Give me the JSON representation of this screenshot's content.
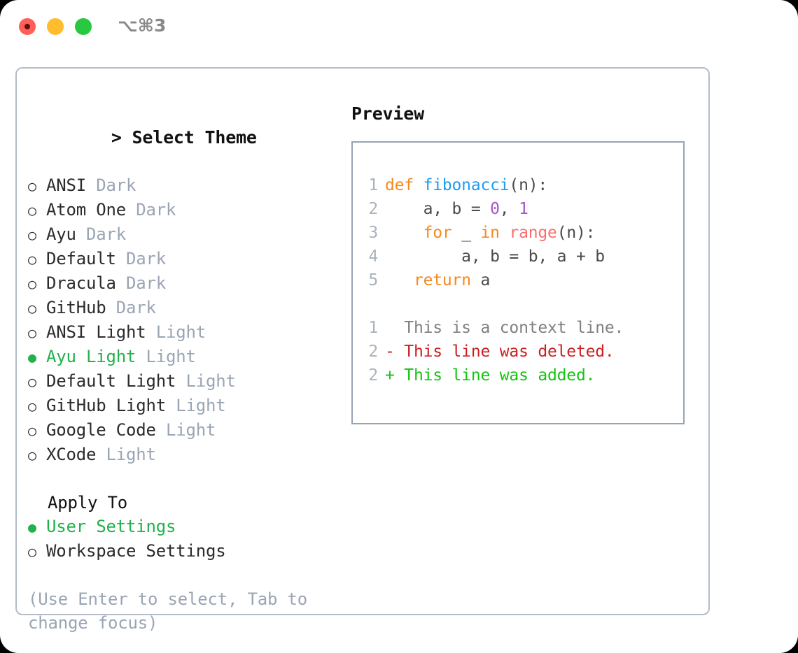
{
  "titlebar": {
    "lights": [
      {
        "name": "close",
        "color": "#ff5f57"
      },
      {
        "name": "minimize",
        "color": "#febc2e"
      },
      {
        "name": "maximize",
        "color": "#28c840"
      }
    ],
    "shortcut": "⌥⌘3"
  },
  "theme_selector": {
    "header": "> Select Theme",
    "caret": ">",
    "header_label": "Select Theme",
    "options": [
      {
        "marker": "○",
        "name": "ANSI",
        "tag": "Dark",
        "selected": false
      },
      {
        "marker": "○",
        "name": "Atom One",
        "tag": "Dark",
        "selected": false
      },
      {
        "marker": "○",
        "name": "Ayu",
        "tag": "Dark",
        "selected": false
      },
      {
        "marker": "○",
        "name": "Default",
        "tag": "Dark",
        "selected": false
      },
      {
        "marker": "○",
        "name": "Dracula",
        "tag": "Dark",
        "selected": false
      },
      {
        "marker": "○",
        "name": "GitHub",
        "tag": "Dark",
        "selected": false
      },
      {
        "marker": "○",
        "name": "ANSI Light",
        "tag": "Light",
        "selected": false
      },
      {
        "marker": "●",
        "name": "Ayu Light",
        "tag": "Light",
        "selected": true
      },
      {
        "marker": "○",
        "name": "Default Light",
        "tag": "Light",
        "selected": false
      },
      {
        "marker": "○",
        "name": "GitHub Light",
        "tag": "Light",
        "selected": false
      },
      {
        "marker": "○",
        "name": "Google Code",
        "tag": "Light",
        "selected": false
      },
      {
        "marker": "○",
        "name": "XCode",
        "tag": "Light",
        "selected": false
      }
    ]
  },
  "apply_to": {
    "title": "Apply To",
    "options": [
      {
        "marker": "●",
        "name": "User Settings",
        "selected": true
      },
      {
        "marker": "○",
        "name": "Workspace Settings",
        "selected": false
      }
    ]
  },
  "hint": "(Use Enter to select, Tab to change focus)",
  "preview": {
    "title": "Preview",
    "code_lines": [
      {
        "num": "1",
        "tokens": [
          {
            "t": "def ",
            "c": "keyword"
          },
          {
            "t": "fibonacci",
            "c": "function"
          },
          {
            "t": "(n):",
            "c": "plain"
          }
        ]
      },
      {
        "num": "2",
        "tokens": [
          {
            "t": "    a, b = ",
            "c": "plain"
          },
          {
            "t": "0",
            "c": "number"
          },
          {
            "t": ", ",
            "c": "plain"
          },
          {
            "t": "1",
            "c": "number"
          }
        ]
      },
      {
        "num": "3",
        "tokens": [
          {
            "t": "    ",
            "c": "plain"
          },
          {
            "t": "for",
            "c": "keyword"
          },
          {
            "t": " _ ",
            "c": "plain"
          },
          {
            "t": "in",
            "c": "keyword"
          },
          {
            "t": " ",
            "c": "plain"
          },
          {
            "t": "range",
            "c": "call"
          },
          {
            "t": "(n):",
            "c": "plain"
          }
        ]
      },
      {
        "num": "4",
        "tokens": [
          {
            "t": "        a, b = b, a + b",
            "c": "plain"
          }
        ]
      },
      {
        "num": "5",
        "tokens": [
          {
            "t": "   ",
            "c": "plain"
          },
          {
            "t": "return",
            "c": "keyword"
          },
          {
            "t": " a",
            "c": "plain"
          }
        ]
      }
    ],
    "diff_lines": [
      {
        "num": "1",
        "sign": "  ",
        "text": "This is a context line.",
        "kind": "context"
      },
      {
        "num": "2",
        "sign": "- ",
        "text": "This line was deleted.",
        "kind": "deleted"
      },
      {
        "num": "2",
        "sign": "+ ",
        "text": "This line was added.",
        "kind": "added"
      }
    ]
  },
  "colors": {
    "accent_green": "#20b24b",
    "tag_gray": "#9aa5b4",
    "border": "#b3bcc8",
    "code_border": "#99a3b3",
    "keyword": "#f5891f",
    "function": "#1e9cf0",
    "number": "#a855c8",
    "call": "#fa6e6e",
    "diff_deleted": "#cc2020",
    "diff_added": "#14c414",
    "diff_context": "#808080"
  }
}
